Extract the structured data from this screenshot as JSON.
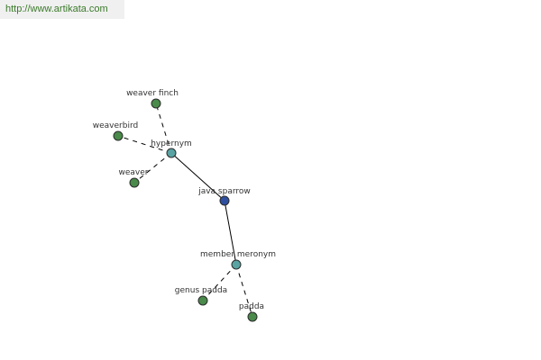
{
  "banner": {
    "url_text": "http://www.artikata.com"
  },
  "colors": {
    "center": "#2f4fa0",
    "relation": "#5aa3a3",
    "leaf": "#4a8a4a",
    "banner_text": "#3b7a2a"
  },
  "graph": {
    "nodes": [
      {
        "id": "java-sparrow",
        "label": "java sparrow",
        "kind": "center"
      },
      {
        "id": "hypernym",
        "label": "hypernym",
        "kind": "relation"
      },
      {
        "id": "member-meronym",
        "label": "member meronym",
        "kind": "relation"
      },
      {
        "id": "weaver-finch",
        "label": "weaver finch",
        "kind": "leaf"
      },
      {
        "id": "weaverbird",
        "label": "weaverbird",
        "kind": "leaf"
      },
      {
        "id": "weaver",
        "label": "weaver",
        "kind": "leaf"
      },
      {
        "id": "genus-padda",
        "label": "genus padda",
        "kind": "leaf"
      },
      {
        "id": "padda",
        "label": "padda",
        "kind": "leaf"
      }
    ],
    "edges": [
      {
        "from": "java-sparrow",
        "to": "hypernym",
        "style": "solid"
      },
      {
        "from": "java-sparrow",
        "to": "member-meronym",
        "style": "solid"
      },
      {
        "from": "hypernym",
        "to": "weaver-finch",
        "style": "dashed"
      },
      {
        "from": "hypernym",
        "to": "weaverbird",
        "style": "dashed"
      },
      {
        "from": "hypernym",
        "to": "weaver",
        "style": "dashed"
      },
      {
        "from": "member-meronym",
        "to": "genus-padda",
        "style": "dashed"
      },
      {
        "from": "member-meronym",
        "to": "padda",
        "style": "dashed"
      }
    ]
  }
}
